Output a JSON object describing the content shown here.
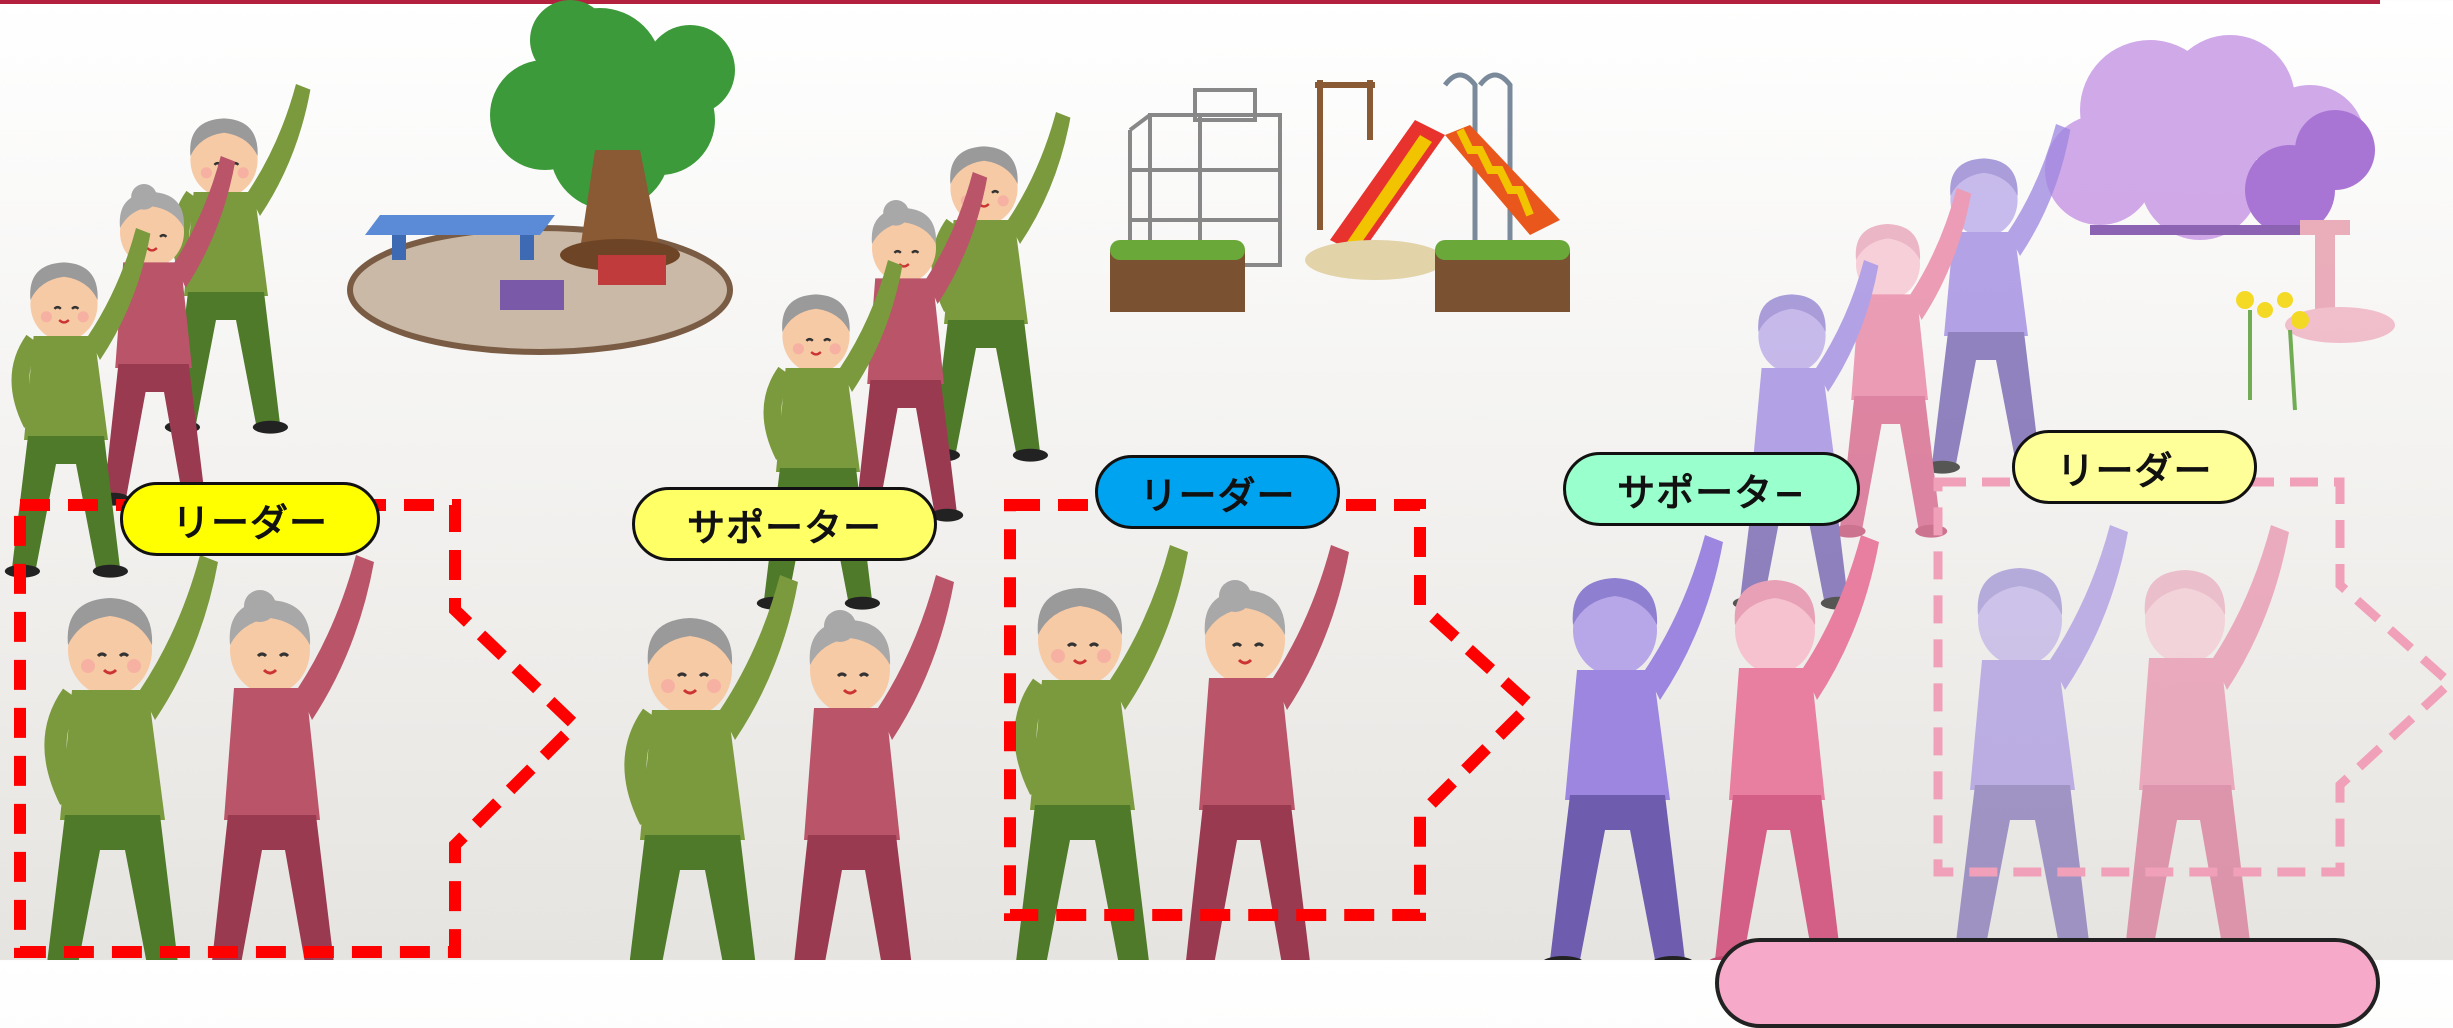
{
  "labels": {
    "leader_1": "リーダー",
    "supporter_1": "サポーター",
    "leader_2": "リーダー",
    "supporter_2": "サポータ−",
    "leader_3": "リーダー"
  },
  "colors": {
    "top_bar": "#b3213f",
    "leader_1_pill": "#ffff00",
    "supporter_1_pill": "#ffff66",
    "leader_2_pill": "#00a3f0",
    "supporter_2_pill": "#99ffcc",
    "leader_3_pill": "#ffff99",
    "dashed_red": "#ff0000",
    "dashed_pink": "#f0a0b8",
    "bottom_pill": "#f6a9c9"
  }
}
